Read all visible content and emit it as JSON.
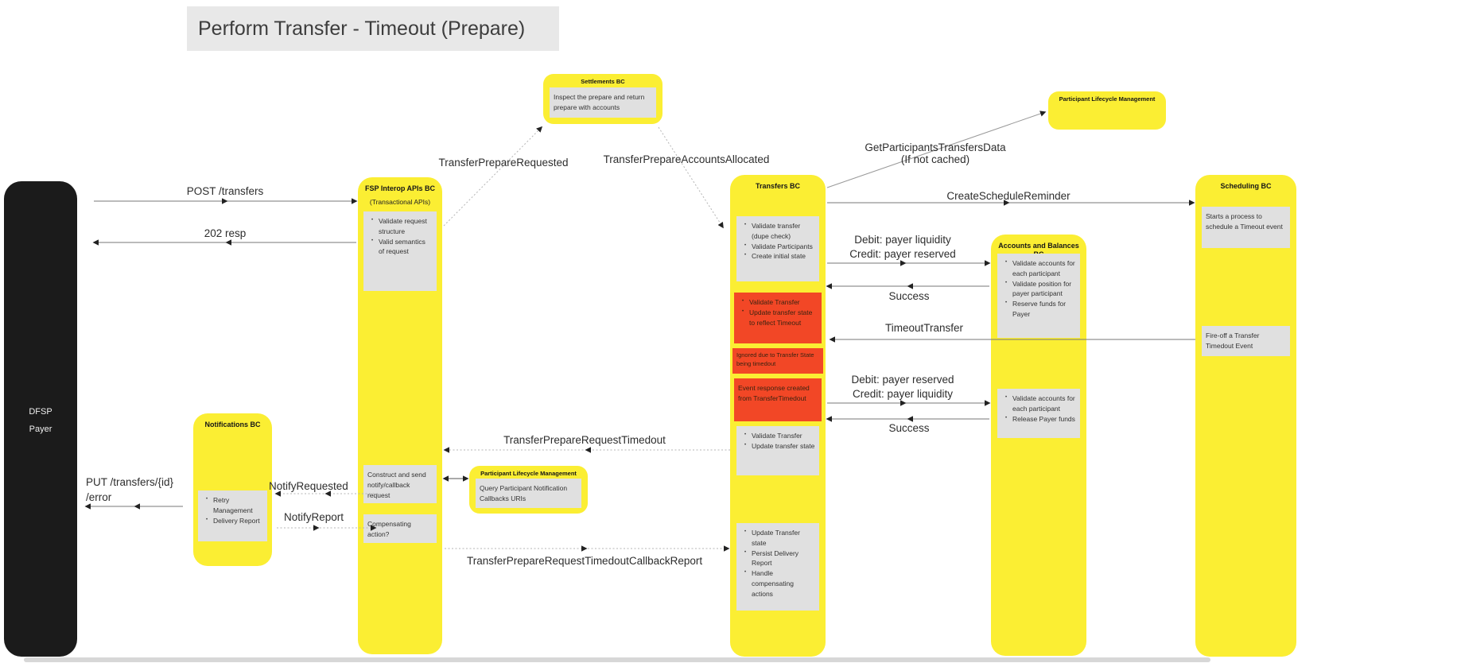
{
  "title": "Perform Transfer - Timeout (Prepare)",
  "actor": {
    "line1": "DFSP",
    "line2": "Payer"
  },
  "boxes": {
    "settlements": {
      "title": "Settlements BC",
      "note": "Inspect the prepare and return prepare with accounts"
    },
    "plm_top": {
      "title": "Participant Lifecycle Management"
    },
    "plm_mid": {
      "title": "Participant Lifecycle Management",
      "note": "Query Participant Notification Callbacks URIs"
    },
    "fsp": {
      "title": "FSP Interop APIs BC",
      "subtitle": "(Transactional APIs)",
      "note1": [
        "Validate request structure",
        "Valid semantics of request"
      ],
      "note2": "Construct and send notify/callback request",
      "note3": "Compensating action?"
    },
    "notifications": {
      "title": "Notifications BC",
      "note1": [
        "Retry Management",
        "Delivery Report"
      ]
    },
    "transfers": {
      "title": "Transfers BC",
      "note1": [
        "Validate transfer (dupe check)",
        "Validate Participants",
        "Create initial state"
      ],
      "red1": [
        "Validate Transfer",
        "Update transfer state to reflect Timeout"
      ],
      "red2": "Ignored due to Transfer State being timedout",
      "red3": "Event response created from TransferTimedout",
      "note2": [
        "Validate Transfer",
        "Update transfer state"
      ],
      "note3": [
        "Update Transfer state",
        "Persist Delivery Report",
        "Handle compensating actions"
      ]
    },
    "accounts": {
      "title": "Accounts and Balances BC",
      "note1": [
        "Validate accounts for each participant",
        "Validate position for payer participant",
        "Reserve funds for Payer"
      ],
      "note2": [
        "Validate accounts for each participant",
        "Release Payer funds"
      ]
    },
    "scheduling": {
      "title": "Scheduling BC",
      "note1": "Starts a process to schedule a Timeout event",
      "note2": "Fire-off a Transfer Timedout Event"
    }
  },
  "messages": {
    "post_transfers": "POST /transfers",
    "resp_202": "202 resp",
    "transfer_prepare_requested": "TransferPrepareRequested",
    "transfer_prepare_accounts_allocated": "TransferPrepareAccountsAllocated",
    "get_participants": "GetParticipantsTransfersData",
    "get_participants_note": "(If not cached)",
    "create_schedule_reminder": "CreateScheduleReminder",
    "debit_liquidity": "Debit: payer liquidity",
    "credit_reserved": "Credit: payer reserved",
    "success_1": "Success",
    "timeout_transfer": "TimeoutTransfer",
    "debit_reserved": "Debit: payer reserved",
    "credit_liquidity": "Credit: payer liquidity",
    "success_2": "Success",
    "transfer_prepare_request_timedout": "TransferPrepareRequestTimedout",
    "notify_requested": "NotifyRequested",
    "notify_report": "NotifyReport",
    "put_transfers_line1": "PUT /transfers/{id}",
    "put_transfers_line2": "/error",
    "timedout_callback_report": "TransferPrepareRequestTimedoutCallbackReport"
  },
  "colors": {
    "sticky_yellow": "#fbee33",
    "alert_red": "#f24726",
    "note_gray": "#e0e0e0",
    "actor_black": "#1b1b1b",
    "title_bg": "#e8e8e8"
  }
}
